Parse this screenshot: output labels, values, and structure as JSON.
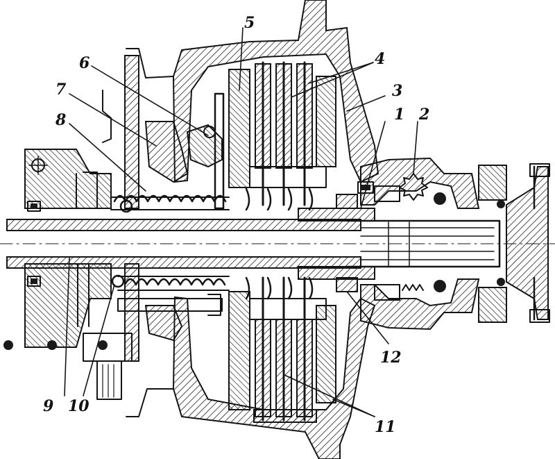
{
  "labels": [
    {
      "key": "l1",
      "text": "1"
    },
    {
      "key": "l2",
      "text": "2"
    },
    {
      "key": "l3",
      "text": "3"
    },
    {
      "key": "l4",
      "text": "4"
    },
    {
      "key": "l5",
      "text": "5"
    },
    {
      "key": "l6",
      "text": "6"
    },
    {
      "key": "l7",
      "text": "7"
    },
    {
      "key": "l8",
      "text": "8"
    },
    {
      "key": "l9",
      "text": "9"
    },
    {
      "key": "l10",
      "text": "10"
    },
    {
      "key": "l11",
      "text": "11"
    },
    {
      "key": "l12",
      "text": "12"
    }
  ],
  "colors": {
    "ink": "#141414",
    "paper": "#ffffff"
  }
}
